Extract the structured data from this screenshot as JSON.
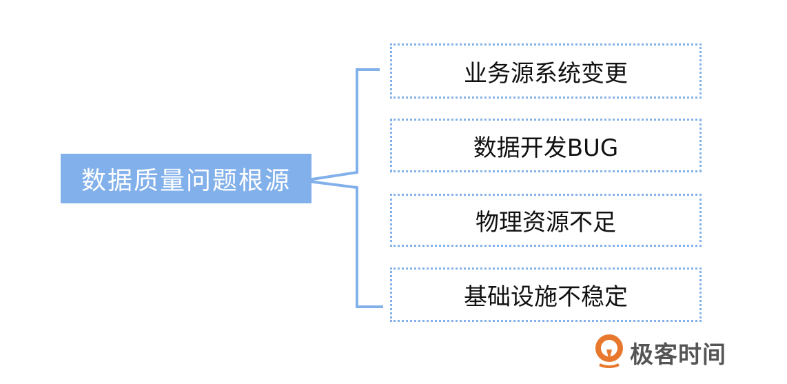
{
  "root": {
    "label": "数据质量问题根源"
  },
  "causes": [
    {
      "label": "业务源系统变更"
    },
    {
      "label": "数据开发BUG"
    },
    {
      "label": "物理资源不足"
    },
    {
      "label": "基础设施不稳定"
    }
  ],
  "logo": {
    "text": "极客时间"
  },
  "colors": {
    "accent": "#82b0ea",
    "logo": "#e8782e"
  }
}
